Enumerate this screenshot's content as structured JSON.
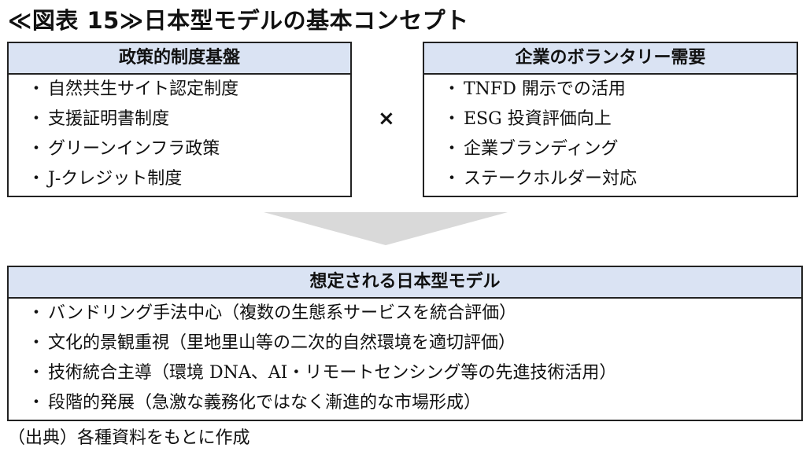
{
  "title": "≪図表 15≫日本型モデルの基本コンセプト",
  "left_box": {
    "header": "政策的制度基盤",
    "items": [
      "自然共生サイト認定制度",
      "支援証明書制度",
      "グリーンインフラ政策",
      "J-クレジット制度"
    ]
  },
  "operator": "×",
  "right_box": {
    "header": "企業のボランタリー需要",
    "items": [
      "TNFD 開示での活用",
      "ESG 投資評価向上",
      "企業ブランディング",
      "ステークホルダー対応"
    ]
  },
  "bottom_box": {
    "header": "想定される日本型モデル",
    "items": [
      "バンドリング手法中心（複数の生態系サービスを統合評価）",
      "文化的景観重視（里地里山等の二次的自然環境を適切評価）",
      "技術統合主導（環境 DNA、AI・リモートセンシング等の先進技術活用）",
      "段階的発展（急激な義務化ではなく漸進的な市場形成）"
    ]
  },
  "bullet": "・",
  "source": "（出典）各種資料をもとに作成",
  "colors": {
    "header_fill": "#dae3f3",
    "border": "#222222",
    "arrow": "#d9d9d9"
  }
}
